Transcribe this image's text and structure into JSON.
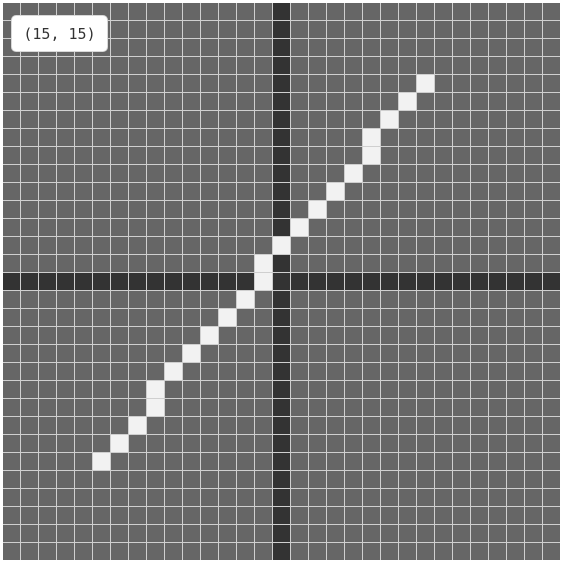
{
  "coordinate_readout": "(15, 15)",
  "grid": {
    "columns": 31,
    "rows": 31,
    "x_min": -15,
    "x_max": 15,
    "y_min": -15,
    "y_max": 15
  },
  "colors": {
    "cell_background": "#666666",
    "grid_line": "#cfcfcf",
    "axis": "#333333",
    "highlighted_cell": "#f2f2f2"
  },
  "highlighted_cells": [
    {
      "x": -10,
      "y": -10
    },
    {
      "x": -9,
      "y": -9
    },
    {
      "x": -8,
      "y": -8
    },
    {
      "x": -7,
      "y": -7
    },
    {
      "x": -7,
      "y": -6
    },
    {
      "x": -6,
      "y": -5
    },
    {
      "x": -5,
      "y": -4
    },
    {
      "x": -4,
      "y": -3
    },
    {
      "x": -3,
      "y": -2
    },
    {
      "x": -2,
      "y": -1
    },
    {
      "x": -1,
      "y": 0
    },
    {
      "x": -1,
      "y": 1
    },
    {
      "x": 0,
      "y": 2
    },
    {
      "x": 1,
      "y": 3
    },
    {
      "x": 2,
      "y": 4
    },
    {
      "x": 3,
      "y": 5
    },
    {
      "x": 4,
      "y": 6
    },
    {
      "x": 5,
      "y": 7
    },
    {
      "x": 5,
      "y": 8
    },
    {
      "x": 6,
      "y": 9
    },
    {
      "x": 7,
      "y": 10
    },
    {
      "x": 8,
      "y": 11
    }
  ]
}
